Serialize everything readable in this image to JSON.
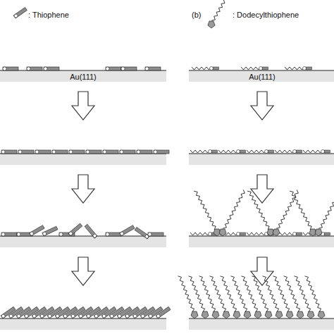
{
  "diagram": {
    "labels": [
      ": Thiophene",
      "(b)",
      ": Dodecylthiophene",
      "Au(111)",
      "Au(111)"
    ]
  }
}
